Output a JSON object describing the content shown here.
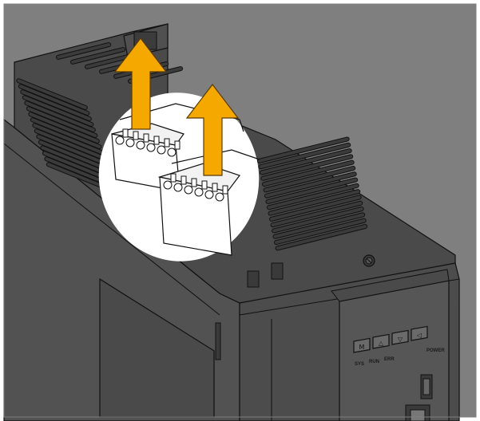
{
  "panel": {
    "buttons": [
      {
        "icon": "mode-button-icon",
        "text": "M"
      },
      {
        "icon": "up-arrow-icon",
        "text": "△"
      },
      {
        "icon": "down-arrow-icon",
        "text": "▽"
      },
      {
        "icon": "left-arrow-icon",
        "text": "◁"
      }
    ],
    "leds": [
      "SYS",
      "RUN",
      "ERR"
    ],
    "power_label": "POWER"
  },
  "colors": {
    "background": "#7f7f7f",
    "device_body": "#4a4a4a",
    "device_line": "#111111",
    "highlight": "#ffffff",
    "arrow": "#f5a800",
    "arrow_outline": "#5a3a00"
  },
  "annotation": {
    "arrows": [
      "removal-arrow-left-icon",
      "removal-arrow-right-icon"
    ],
    "direction": "up"
  }
}
